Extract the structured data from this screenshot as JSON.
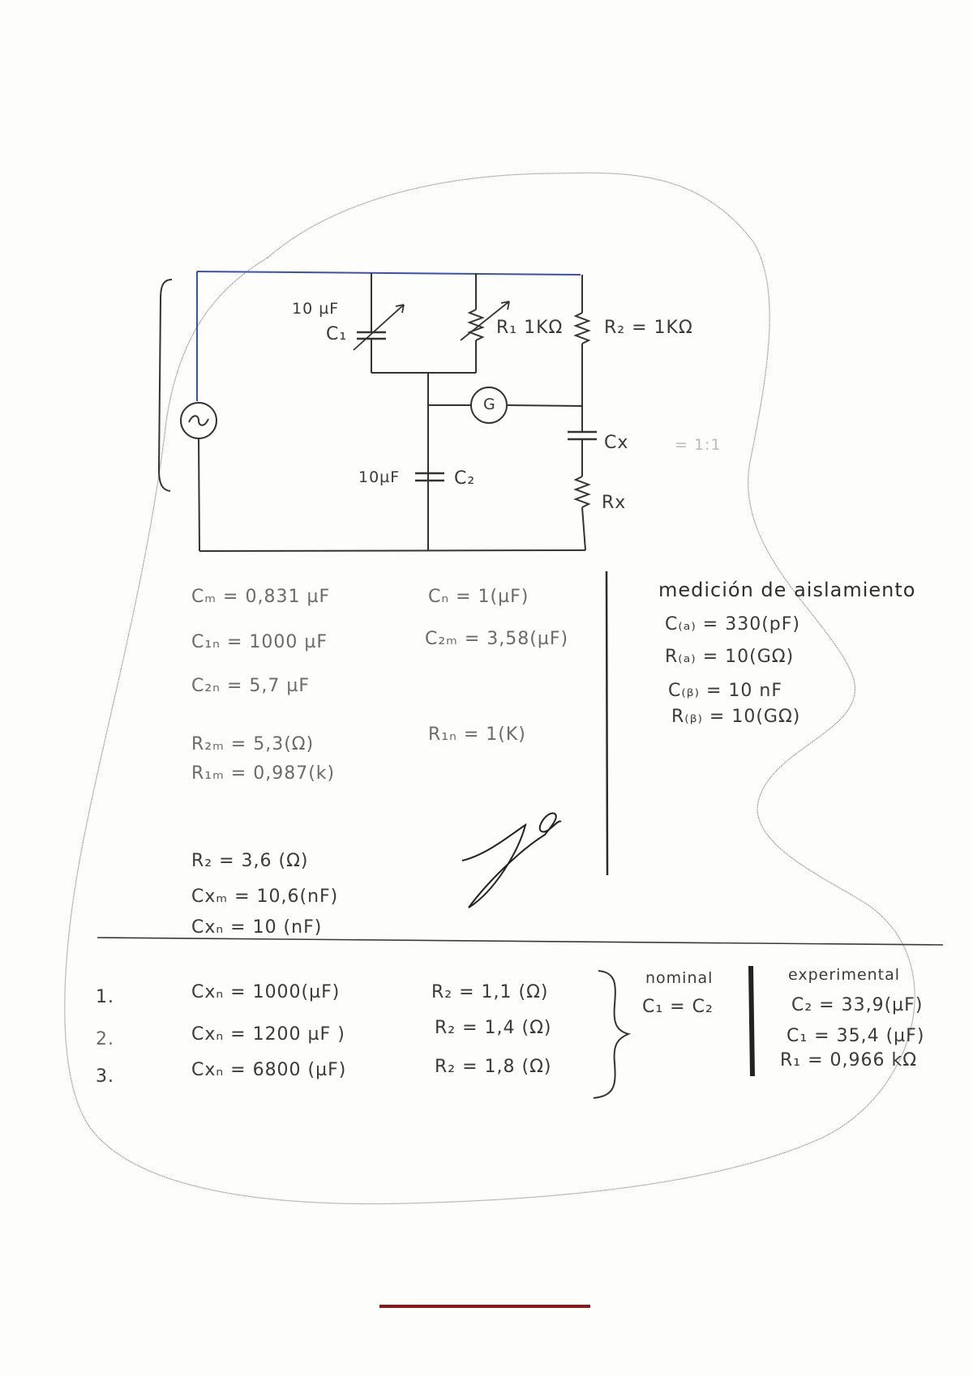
{
  "circuit": {
    "c1_value": "10 µF",
    "c1_label": "C₁",
    "r1_label": "R₁ 1KΩ",
    "r2_label": "R₂ = 1KΩ",
    "galvanometer_label": "G",
    "cx_label": "Cx",
    "cx_note": "= 1:1",
    "c2_value": "10µF",
    "c2_label": "C₂",
    "rx_label": "Rx"
  },
  "measurements_left": [
    "Cₘ = 0,831 µF",
    "C₁ₙ = 1000 µF",
    "C₂ₙ = 5,7 µF",
    "R₂ₘ = 5,3(Ω)",
    "R₁ₘ = 0,987(k)",
    "R₂ = 3,6 (Ω)",
    "Cxₘ = 10,6(nF)",
    "Cxₙ = 10 (nF)"
  ],
  "measurements_mid": [
    "Cₙ = 1(µF)",
    "C₂ₘ = 3,58(µF)",
    "R₁ₙ = 1(K)"
  ],
  "insulation": {
    "title": "medición de aislamiento",
    "lines": [
      "C₍ₐ₎ = 330(pF)",
      "R₍ₐ₎ = 10(GΩ)",
      "C₍ᵦ₎ = 10 nF",
      "R₍ᵦ₎ = 10(GΩ)"
    ]
  },
  "trials": [
    {
      "num": "1.",
      "cxn": "Cxₙ = 1000(µF)",
      "r2": "R₂ = 1,1 (Ω)"
    },
    {
      "num": "2.",
      "cxn": "Cxₙ = 1200 µF )",
      "r2": "R₂ = 1,4 (Ω)"
    },
    {
      "num": "3.",
      "cxn": "Cxₙ = 6800 (µF)",
      "r2": "R₂ = 1,8 (Ω)"
    }
  ],
  "nominal": {
    "title": "nominal",
    "formula": "C₁ = C₂"
  },
  "experimental": {
    "title": "experimental",
    "lines": [
      "C₂ = 33,9(µF)",
      "C₁ = 35,4 (µF)",
      "R₁ = 0,966 kΩ"
    ]
  },
  "colors": {
    "ink": "#3a3a3a",
    "blue_wire": "#3a4fb0",
    "accent_bar": "#8a1a1a"
  }
}
